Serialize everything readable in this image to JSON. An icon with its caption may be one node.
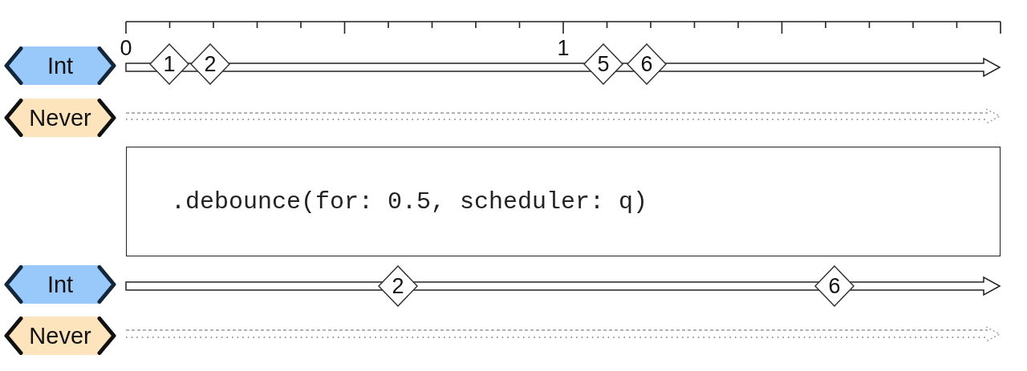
{
  "diagram": {
    "nodes": [
      {
        "text": [
          "Int"
        ]
      },
      {
        "text": [
          "1"
        ]
      },
      {
        "text": [
          "2"
        ]
      },
      {
        "text": [
          "5"
        ]
      },
      {
        "text": [
          "6"
        ]
      },
      {
        "text": [
          "Never"
        ]
      },
      {
        "text": [
          ".debounce(for: 0.5, scheduler: q)"
        ]
      },
      {
        "text": [
          "Int"
        ]
      },
      {
        "text": [
          "2"
        ]
      },
      {
        "text": [
          "6"
        ]
      },
      {
        "text": [
          "Never"
        ]
      }
    ],
    "labels": [
      "0",
      "1"
    ]
  }
}
